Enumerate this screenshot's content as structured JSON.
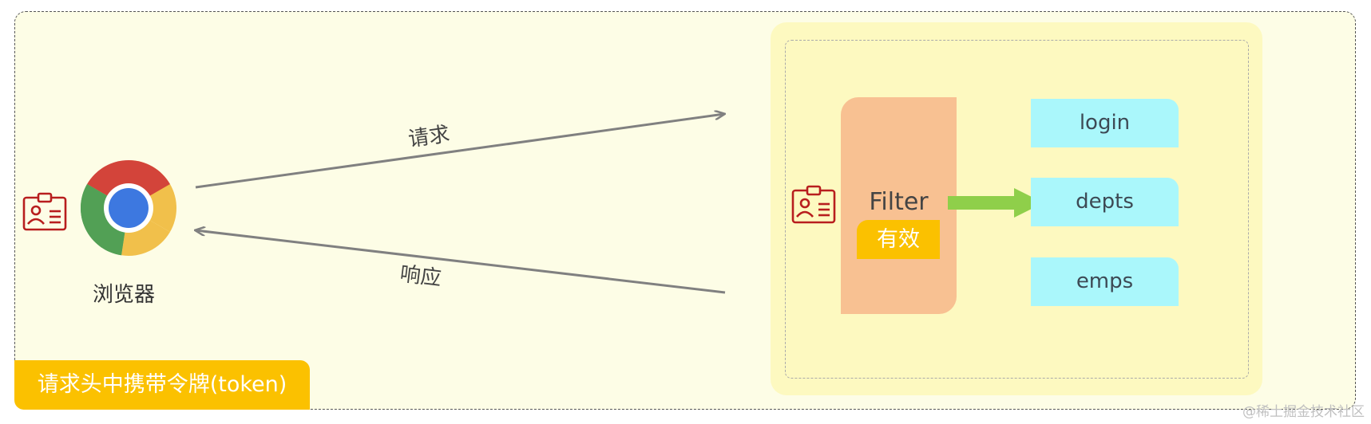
{
  "browser": {
    "label": "浏览器"
  },
  "arrows": {
    "request_label": "请求",
    "response_label": "响应"
  },
  "filter": {
    "label": "Filter",
    "status_badge": "有效"
  },
  "endpoints": [
    "login",
    "depts",
    "emps"
  ],
  "token_banner": "请求头中携带令牌(token)",
  "watermark": "@稀土掘金技术社区",
  "colors": {
    "frame_bg": "#fdfde6",
    "server_bg": "#fdf9c0",
    "filter_bg": "#f8c192",
    "badge_yellow": "#fbc100",
    "endpoint_bg": "#aaf7fb",
    "id_card_red": "#b81e1e",
    "pass_arrow_green": "#8fcf4a"
  },
  "icons": [
    "id-card-icon",
    "chrome-icon",
    "arrow-right-icon"
  ]
}
